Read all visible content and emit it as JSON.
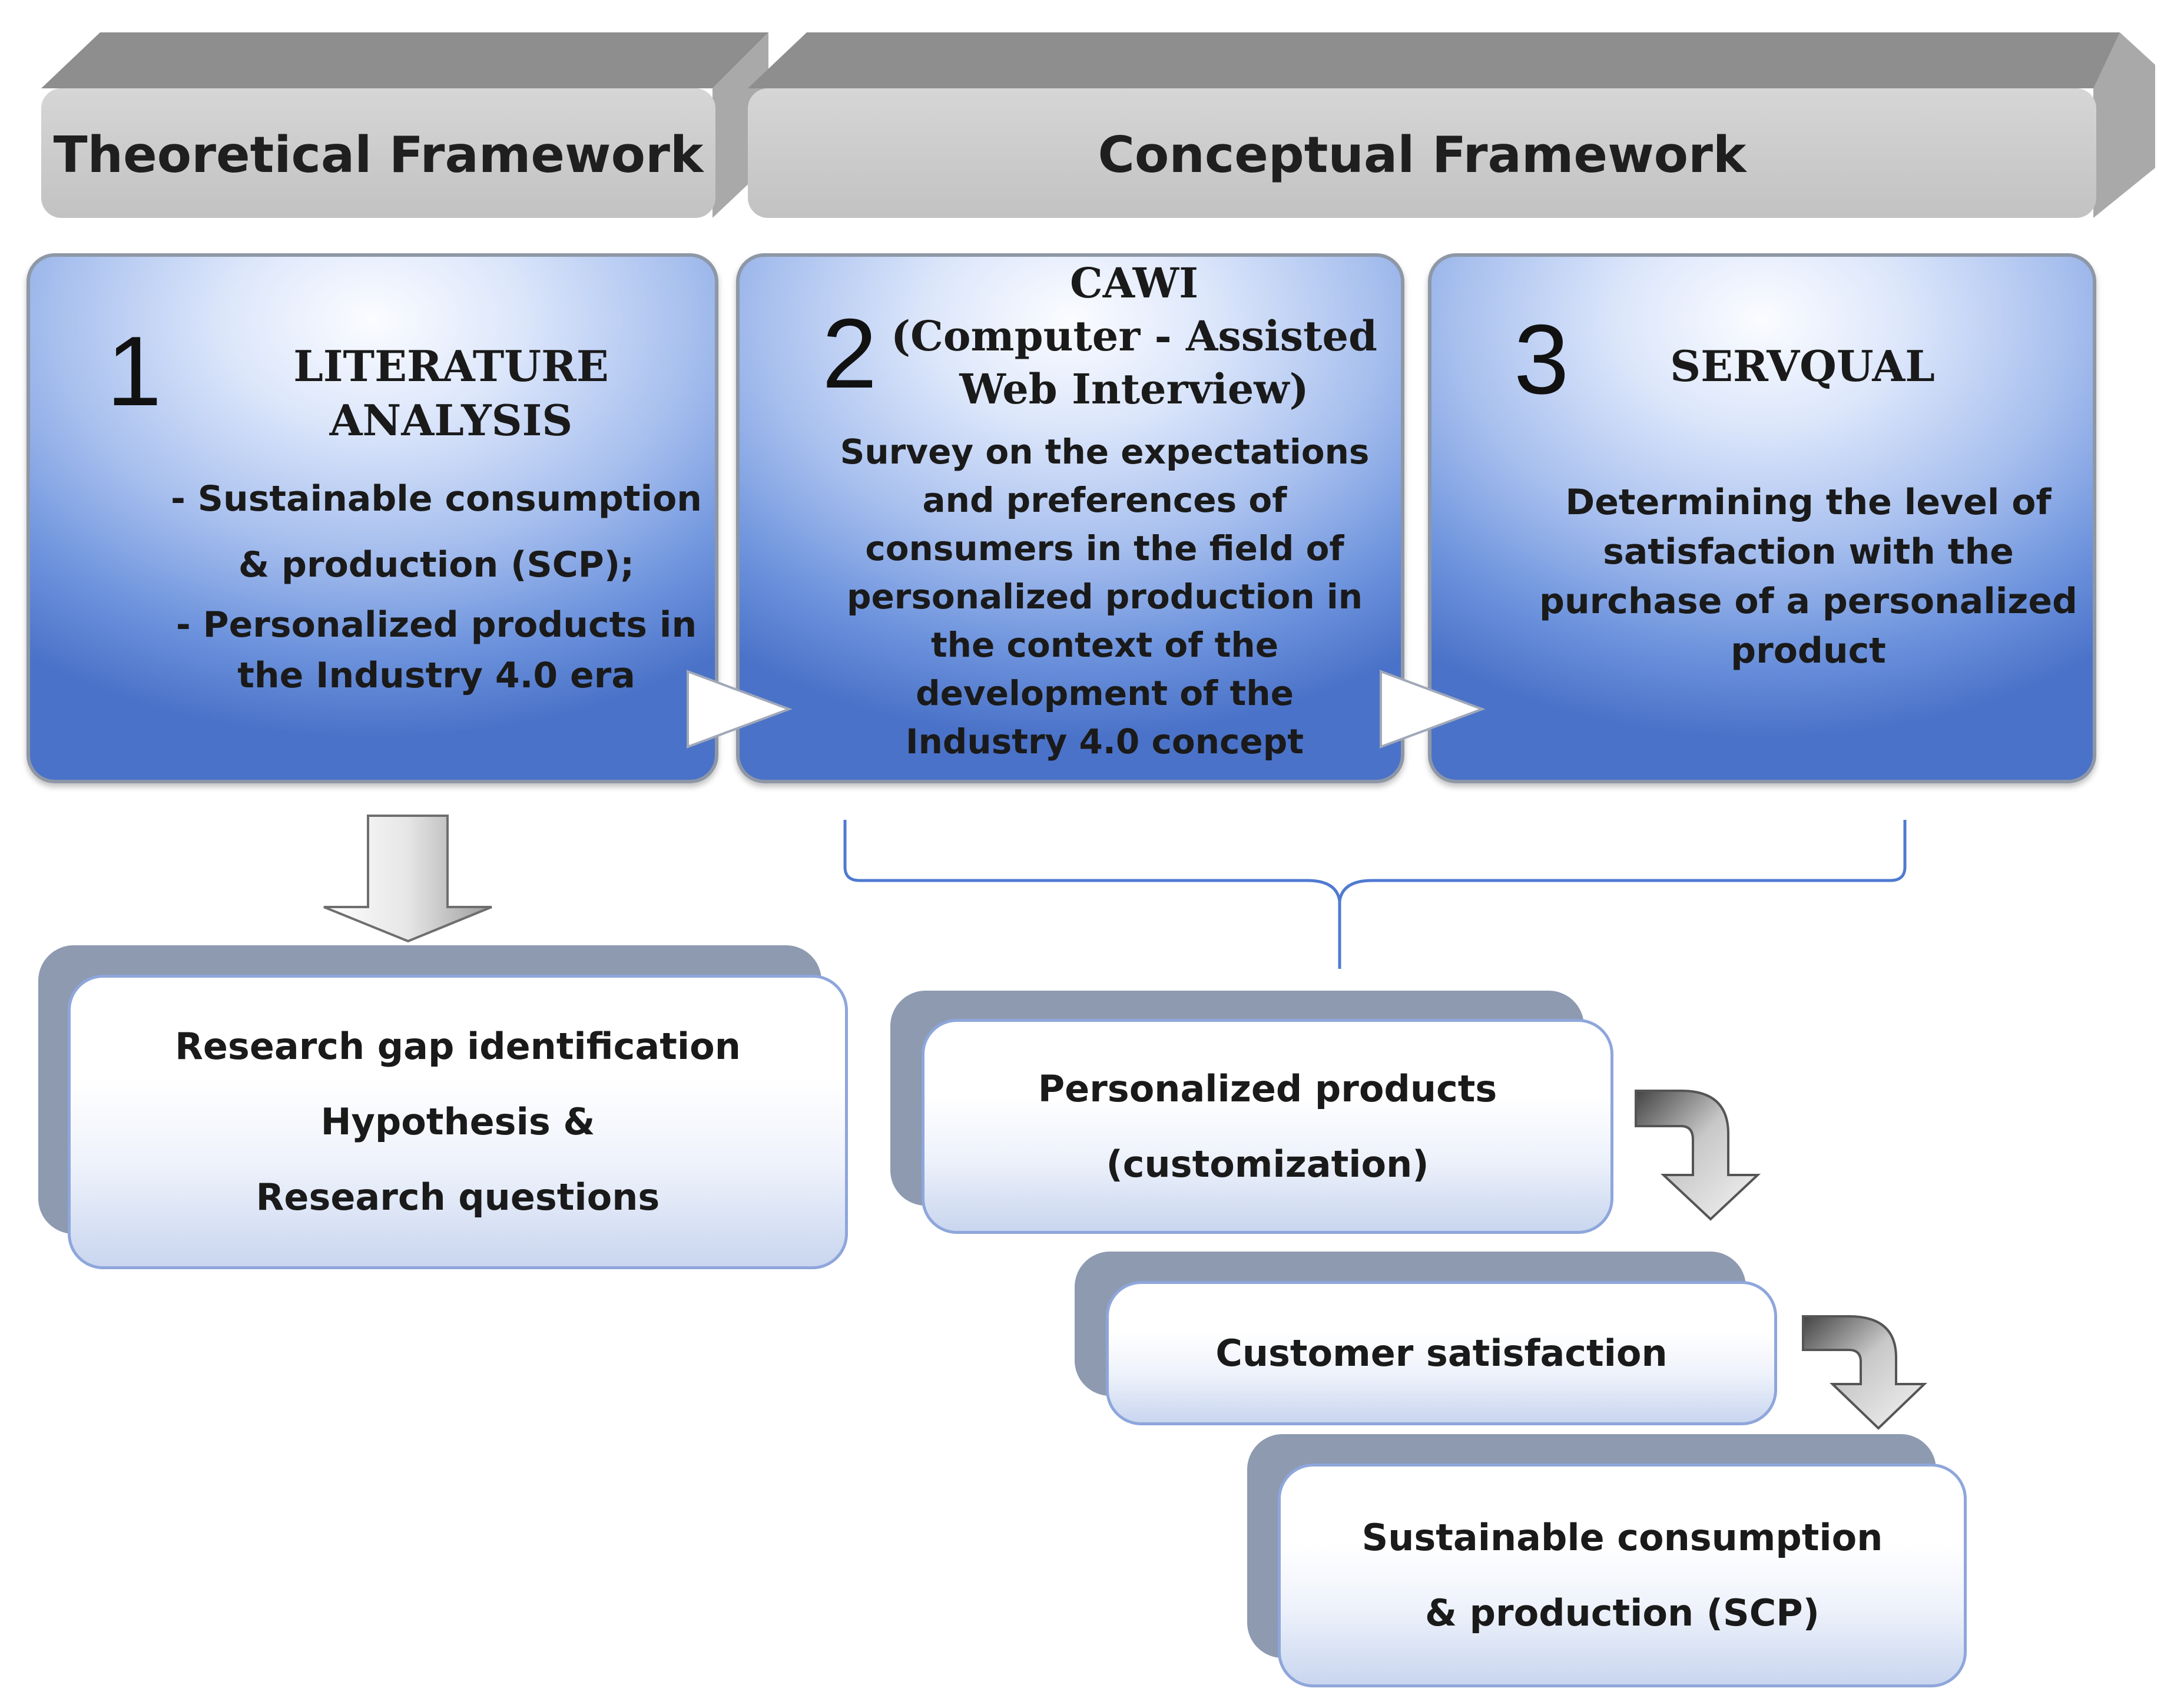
{
  "headers": {
    "theoretical": "Theoretical Framework",
    "conceptual": "Conceptual Framework"
  },
  "steps": [
    {
      "number": "1",
      "title_lines": [
        "LITERATURE",
        "ANALYSIS"
      ],
      "body_lines": [
        "- Sustainable consumption",
        "& production (SCP);",
        "- Personalized products in",
        "the Industry 4.0 era"
      ]
    },
    {
      "number": "2",
      "title_lines": [
        "CAWI",
        "(Computer - Assisted",
        "Web Interview)"
      ],
      "body_lines": [
        "Survey on the expectations",
        "and preferences of",
        "consumers in the field of",
        "personalized production in",
        "the context of the",
        "development of the",
        "Industry 4.0 concept"
      ]
    },
    {
      "number": "3",
      "title_lines": [
        "SERVQUAL"
      ],
      "body_lines": [
        "Determining the level of",
        "satisfaction with the",
        "purchase of a personalized",
        "product"
      ]
    }
  ],
  "outcomes": {
    "research": [
      "Research gap identification",
      "Hypothesis &",
      "Research questions"
    ],
    "personalized": [
      "Personalized products",
      "(customization)"
    ],
    "satisfaction": [
      "Customer satisfaction"
    ],
    "scp": [
      "Sustainable consumption",
      "& production (SCP)"
    ]
  },
  "colors": {
    "header_bar": "#c9c9c9",
    "box_blue": "#4a72c8",
    "card_border": "#8ea6db",
    "bracket": "#4f7ad1"
  }
}
